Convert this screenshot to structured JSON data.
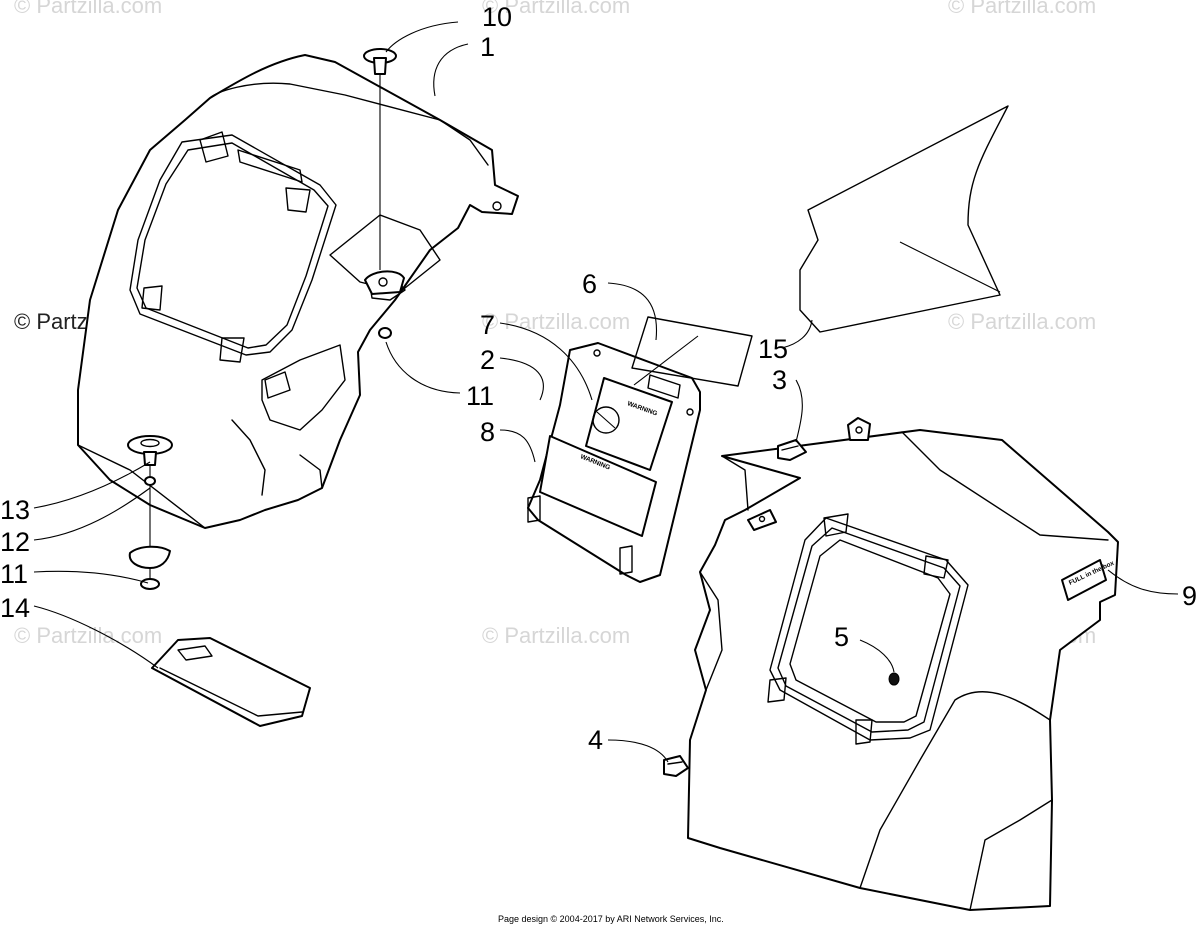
{
  "watermark": {
    "text": "© Partzilla.com",
    "color": "#cccccc"
  },
  "callouts": [
    "10",
    "1",
    "6",
    "7",
    "2",
    "8",
    "15",
    "3",
    "11",
    "13",
    "12",
    "11",
    "14",
    "9",
    "5",
    "4"
  ],
  "decals": {
    "warning_heading": "WARNING",
    "full_box_label": "FULL in the box"
  },
  "footer": {
    "text": "Page design © 2004-2017 by ARI Network Services, Inc."
  }
}
